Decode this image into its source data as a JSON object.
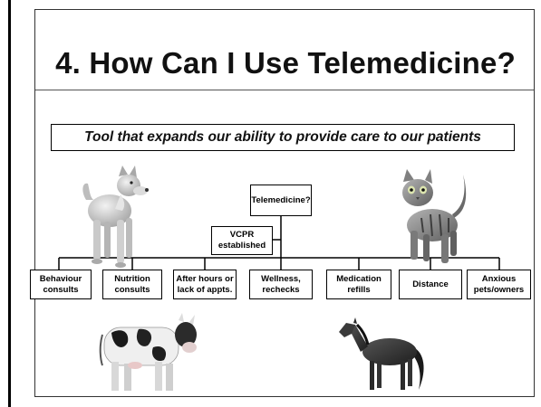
{
  "slide": {
    "title": "4. How Can I Use Telemedicine?",
    "subtitle": "Tool that expands our ability to provide care to our patients"
  },
  "diagram": {
    "root": "Telemedicine?",
    "intermediate": "VCPR established",
    "leaves": [
      "Behaviour consults",
      "Nutrition consults",
      "After hours or lack of appts.",
      "Wellness, rechecks",
      "Medication refills",
      "Distance",
      "Anxious pets/owners"
    ]
  },
  "images": [
    "dog",
    "cat",
    "cow",
    "horse"
  ]
}
